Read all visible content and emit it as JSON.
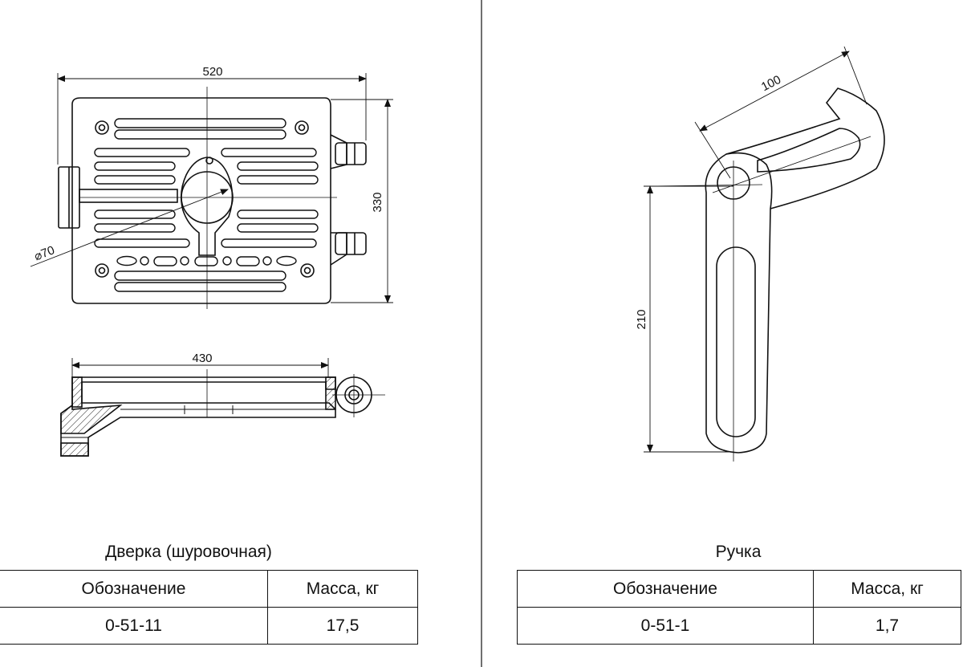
{
  "left_part": {
    "title": "Дверка (шуровочная)",
    "dims": {
      "width": "520",
      "height": "330",
      "hole": "⌀70",
      "lower_width": "430"
    },
    "table": {
      "headers": [
        "Обозначение",
        "Масса, кг"
      ],
      "row": [
        "0-51-11",
        "17,5"
      ]
    }
  },
  "right_part": {
    "title": "Ручка",
    "dims": {
      "length": "100",
      "height": "210"
    },
    "table": {
      "headers": [
        "Обозначение",
        "Масса, кг"
      ],
      "row": [
        "0-51-1",
        "1,7"
      ]
    }
  }
}
